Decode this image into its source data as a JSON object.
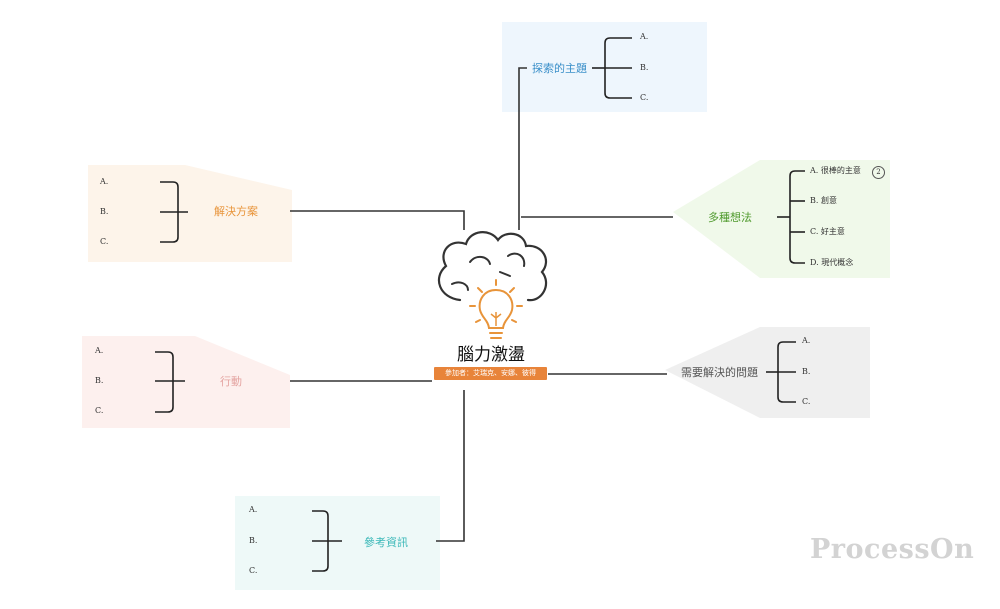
{
  "central": {
    "title": "腦力激盪",
    "participants": "參加者：艾瑞克、安娜、彼得"
  },
  "branches": {
    "explore": {
      "label": "探索的主題",
      "color": "#3a8fc9",
      "items": [
        "A.",
        "B.",
        "C."
      ]
    },
    "ideas": {
      "label": "多種想法",
      "color": "#4f9a2d",
      "items": [
        "A. 很棒的主意",
        "B. 創意",
        "C. 好主意",
        "D. 現代概念"
      ],
      "badge": "2"
    },
    "problem": {
      "label": "需要解決的問題",
      "color": "#555555",
      "items": [
        "A.",
        "B.",
        "C."
      ]
    },
    "reference": {
      "label": "參考資訊",
      "color": "#3ab8b8",
      "items": [
        "A.",
        "B.",
        "C."
      ]
    },
    "action": {
      "label": "行動",
      "color": "#e4a3a0",
      "items": [
        "A.",
        "B.",
        "C."
      ]
    },
    "solution": {
      "label": "解決方案",
      "color": "#e8943a",
      "items": [
        "A.",
        "B.",
        "C."
      ]
    }
  },
  "watermark": "ProcessOn"
}
